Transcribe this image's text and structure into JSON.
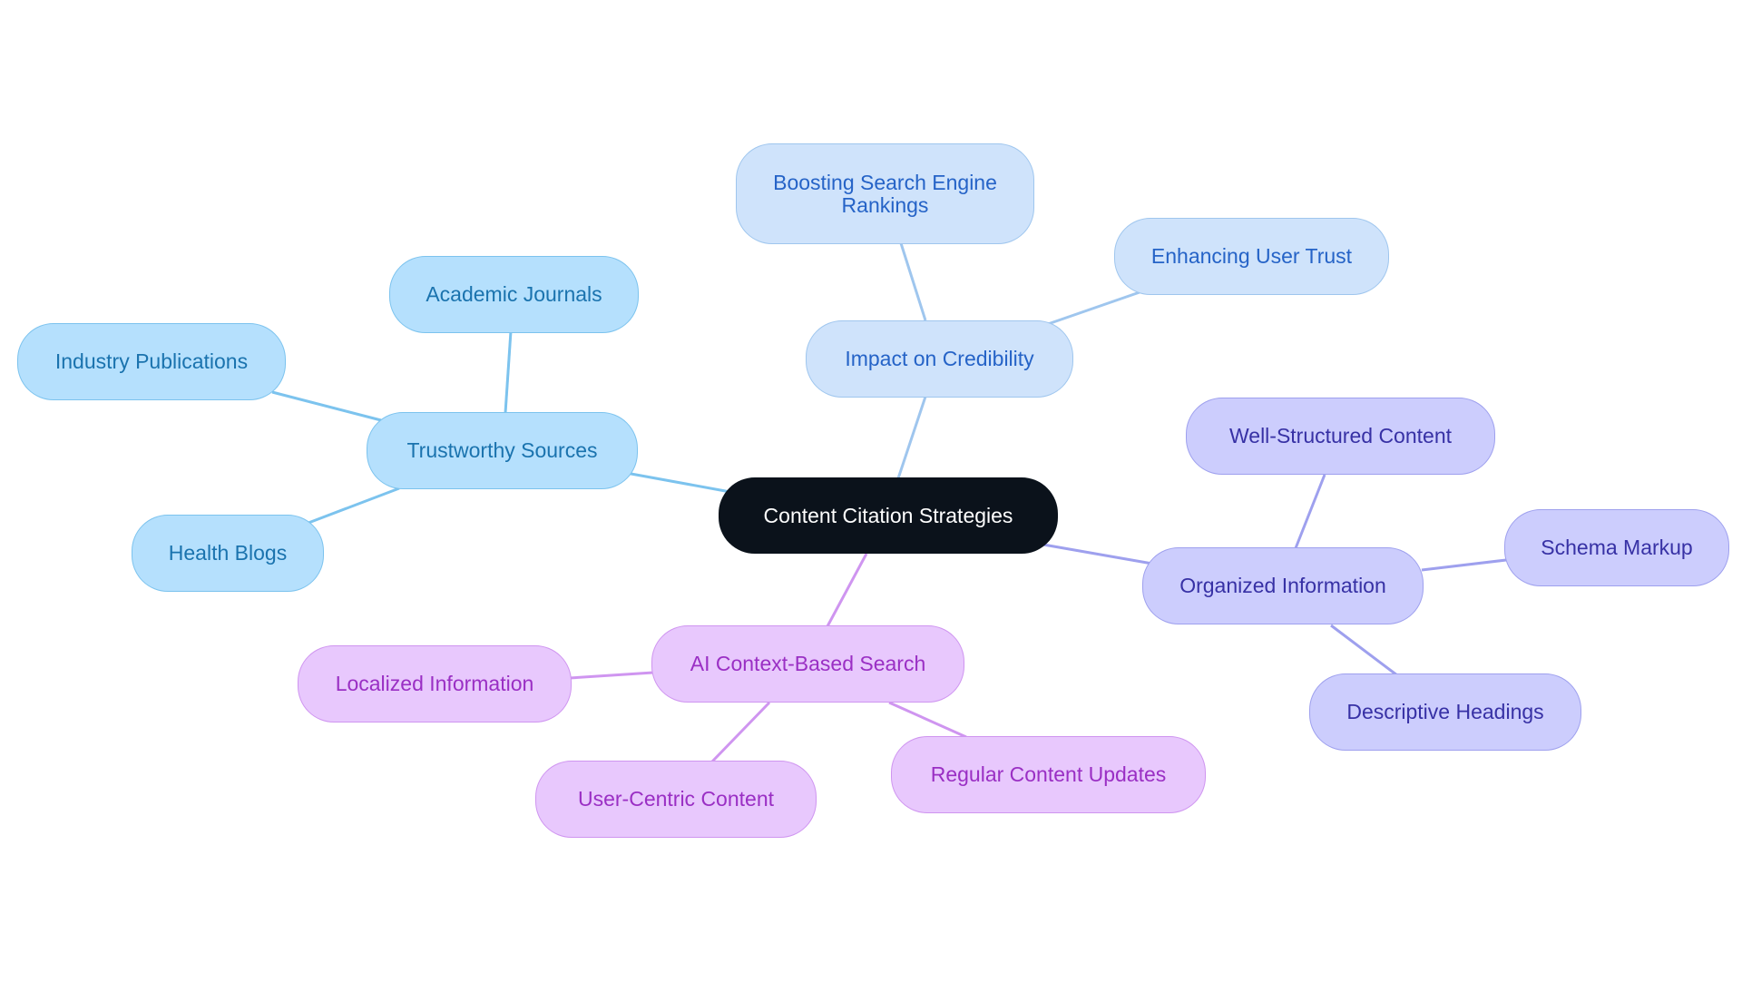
{
  "diagram": {
    "type": "mindmap",
    "root": "Content Citation Strategies",
    "colors": {
      "root_fill": "#0b121b",
      "trustworthy_sources": "#7cc3ee",
      "impact_on_credibility": "#9fc6ee",
      "organized_information": "#9ea0ee",
      "ai_context_based_search": "#cf95f0"
    },
    "branches": {
      "trustworthy_sources": {
        "label": "Trustworthy Sources",
        "children": [
          "Academic Journals",
          "Industry Publications",
          "Health Blogs"
        ]
      },
      "impact_on_credibility": {
        "label": "Impact on Credibility",
        "children": [
          "Boosting Search Engine Rankings",
          "Enhancing User Trust"
        ]
      },
      "organized_information": {
        "label": "Organized Information",
        "children": [
          "Well-Structured Content",
          "Schema Markup",
          "Descriptive Headings"
        ]
      },
      "ai_context_based_search": {
        "label": "AI Context-Based Search",
        "children": [
          "Localized Information",
          "User-Centric Content",
          "Regular Content Updates"
        ]
      }
    }
  }
}
